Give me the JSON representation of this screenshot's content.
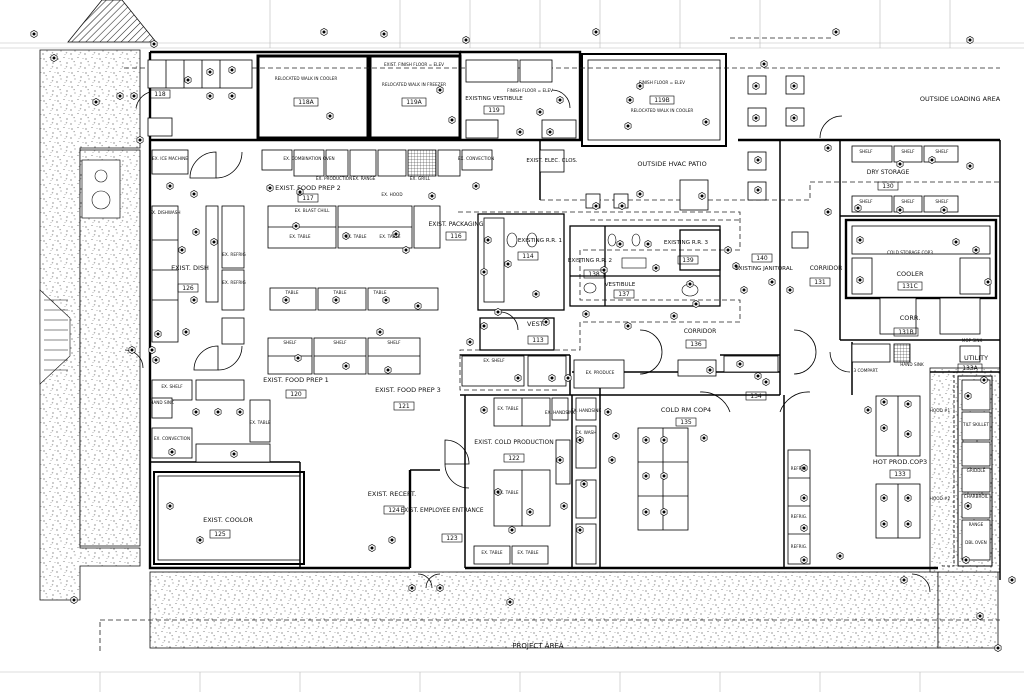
{
  "plan": {
    "outside": {
      "outside_loading_area": "OUTSIDE LOADING AREA",
      "outside_hvac_patio": "OUTSIDE HVAC PATIO",
      "project_area": "PROJECT AREA"
    },
    "rooms": {
      "r118": {
        "num": "118"
      },
      "r118a": {
        "label": "RELOCATED WALK IN COOLER",
        "num": "118A"
      },
      "r119a": {
        "label": "RELOCATED WALK IN FREEZER",
        "num": "119A",
        "note": "EXIST. FINISH FLOOR = ELEV"
      },
      "r119": {
        "label": "EXISTING VESTIBULE",
        "num": "119",
        "note": "FINISH FLOOR = ELEV"
      },
      "r119b": {
        "num": "119B",
        "note": "FINISH FLOOR = ELEV",
        "label": "RELOCATED WALK IN COOLER"
      },
      "r117": {
        "label": "EXIST. FOOD PREP 2",
        "num": "117"
      },
      "r116": {
        "label": "EXIST. PACKAGING",
        "num": "116"
      },
      "r126": {
        "label": "EXIST. DISH",
        "num": "126"
      },
      "r120": {
        "label": "EXIST. FOOD PREP 1",
        "num": "120"
      },
      "r121": {
        "label": "EXIST. FOOD PREP 3",
        "num": "121"
      },
      "r125": {
        "label": "EXIST. COOLOR",
        "num": "125"
      },
      "r124": {
        "label": "EXIST. RECEPT.",
        "num": "124"
      },
      "r123": {
        "label": "EXIST. EMPLOYEE ENTRANCE",
        "num": "123"
      },
      "r122": {
        "label": "EXIST. COLD PRODUCTION",
        "num": "122"
      },
      "r114": {
        "label": "EXISTING R.R. 1",
        "num": "114"
      },
      "r113": {
        "label": "VEST.",
        "num": "113"
      },
      "r138": {
        "label": "EXISTING R.R. 2",
        "num": "138"
      },
      "r139": {
        "label": "EXISTING R.R. 3",
        "num": "139"
      },
      "r137": {
        "label": "VESTIBULE",
        "num": "137"
      },
      "r136": {
        "label": "CORRIDOR",
        "num": "136"
      },
      "r140": {
        "label": "EXISTING JANITORAL",
        "num": "140"
      },
      "r131": {
        "label": "CORRIDOR",
        "num": "131"
      },
      "r130": {
        "label": "DRY STORAGE",
        "num": "130"
      },
      "r131c": {
        "label": "COOLER",
        "num": "131C",
        "note": "COLD STORAGE COP3"
      },
      "r131b": {
        "label": "CORR.",
        "num": "131B"
      },
      "r133a": {
        "label": "UTILITY",
        "num": "133A"
      },
      "r134": {
        "label": "",
        "num": "134"
      },
      "r135": {
        "label": "COLD RM COP4",
        "num": "135"
      },
      "r133": {
        "label": "HOT PROD.COP3",
        "num": "133"
      },
      "elec": {
        "label": "EXIST. ELEC. CLOS."
      }
    },
    "equipment": [
      {
        "id": "e1",
        "label": "EX. HOOD"
      },
      {
        "id": "e2",
        "label": "EX. COMBINATION OVEN"
      },
      {
        "id": "e3",
        "label": "EX. PRODUCTION"
      },
      {
        "id": "e4",
        "label": "EX. RANGE"
      },
      {
        "id": "e5",
        "label": "EX. GRILL"
      },
      {
        "id": "e6",
        "label": "EX. CONVECTION"
      },
      {
        "id": "e7",
        "label": "EX. BLAST CHILL"
      },
      {
        "id": "e8",
        "label": "EX. TABLE"
      },
      {
        "id": "e9",
        "label": "EX. TABLE"
      },
      {
        "id": "e10",
        "label": "EX. TABLE"
      },
      {
        "id": "e11",
        "label": "TABLE"
      },
      {
        "id": "e12",
        "label": "TABLE"
      },
      {
        "id": "e13",
        "label": "TABLE"
      },
      {
        "id": "e14",
        "label": "SHELF"
      },
      {
        "id": "e15",
        "label": "SHELF"
      },
      {
        "id": "e16",
        "label": "SHELF"
      },
      {
        "id": "e17",
        "label": "EX. DISHWASH"
      },
      {
        "id": "e18",
        "label": "EX. ICE MACHINE"
      },
      {
        "id": "e19",
        "label": "EX. REFRIG"
      },
      {
        "id": "e20",
        "label": "EX. REFRIG"
      },
      {
        "id": "e21",
        "label": "EX. TABLE"
      },
      {
        "id": "e22",
        "label": "EX. CONVECTION"
      },
      {
        "id": "e23",
        "label": "EX. SHELF"
      },
      {
        "id": "e24",
        "label": "HAND SINK"
      },
      {
        "id": "e25",
        "label": "EX. SHELF"
      },
      {
        "id": "e26",
        "label": "EX. PRODUCE"
      },
      {
        "id": "e27",
        "label": "EX. TABLE"
      },
      {
        "id": "e28",
        "label": "EX. TABLE"
      },
      {
        "id": "e29",
        "label": "EX. TABLE"
      },
      {
        "id": "e30",
        "label": "EX. TABLE"
      },
      {
        "id": "e31",
        "label": "EX. HANDSINK"
      },
      {
        "id": "e32",
        "label": "EX. HANDSINK"
      },
      {
        "id": "e33",
        "label": "EX. WASH"
      },
      {
        "id": "e34",
        "label": "SHELF"
      },
      {
        "id": "e35",
        "label": "SHELF"
      },
      {
        "id": "e36",
        "label": "SHELF"
      },
      {
        "id": "e37",
        "label": "SHELF"
      },
      {
        "id": "e38",
        "label": "SHELF"
      },
      {
        "id": "e39",
        "label": "SHELF"
      },
      {
        "id": "e40",
        "label": "REFRIG."
      },
      {
        "id": "e41",
        "label": "REFRIG."
      },
      {
        "id": "e42",
        "label": "REFRIG."
      },
      {
        "id": "e43",
        "label": "TILT SKILLET"
      },
      {
        "id": "e44",
        "label": "GRIDDLE"
      },
      {
        "id": "e45",
        "label": "CHARBROIL"
      },
      {
        "id": "e46",
        "label": "RANGE"
      },
      {
        "id": "e47",
        "label": "DBL OVEN"
      },
      {
        "id": "e48",
        "label": "HOOD #1"
      },
      {
        "id": "e49",
        "label": "HOOD #2"
      },
      {
        "id": "e50",
        "label": "3 COMPART."
      },
      {
        "id": "e51",
        "label": "HAND SINK"
      },
      {
        "id": "e52",
        "label": "MOP SINK"
      }
    ]
  }
}
